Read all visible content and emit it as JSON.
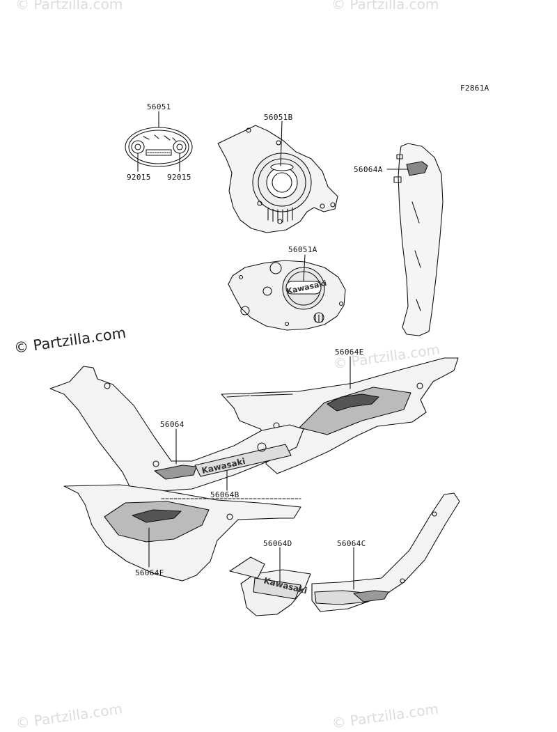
{
  "figure_code": "F2861A",
  "watermarks": {
    "main": "© Partzilla.com",
    "faint": "© Partzilla.com"
  },
  "parts": {
    "emblem": "56051",
    "emblem_screw_left": "92015",
    "emblem_screw_right": "92015",
    "generator_cover_emblem": "56051B",
    "clutch_cover_emblem": "56051A",
    "fork_cover_decal": "56064A",
    "frame_decal_left": "56064",
    "frame_decal_left_logo": "56064B",
    "shroud_decal_upper": "56064E",
    "shroud_decal_lower": "56064F",
    "side_cover_decal_left": "56064D",
    "side_cover_decal_right": "56064C"
  },
  "decal_text": {
    "brand": "Kawasaki"
  }
}
